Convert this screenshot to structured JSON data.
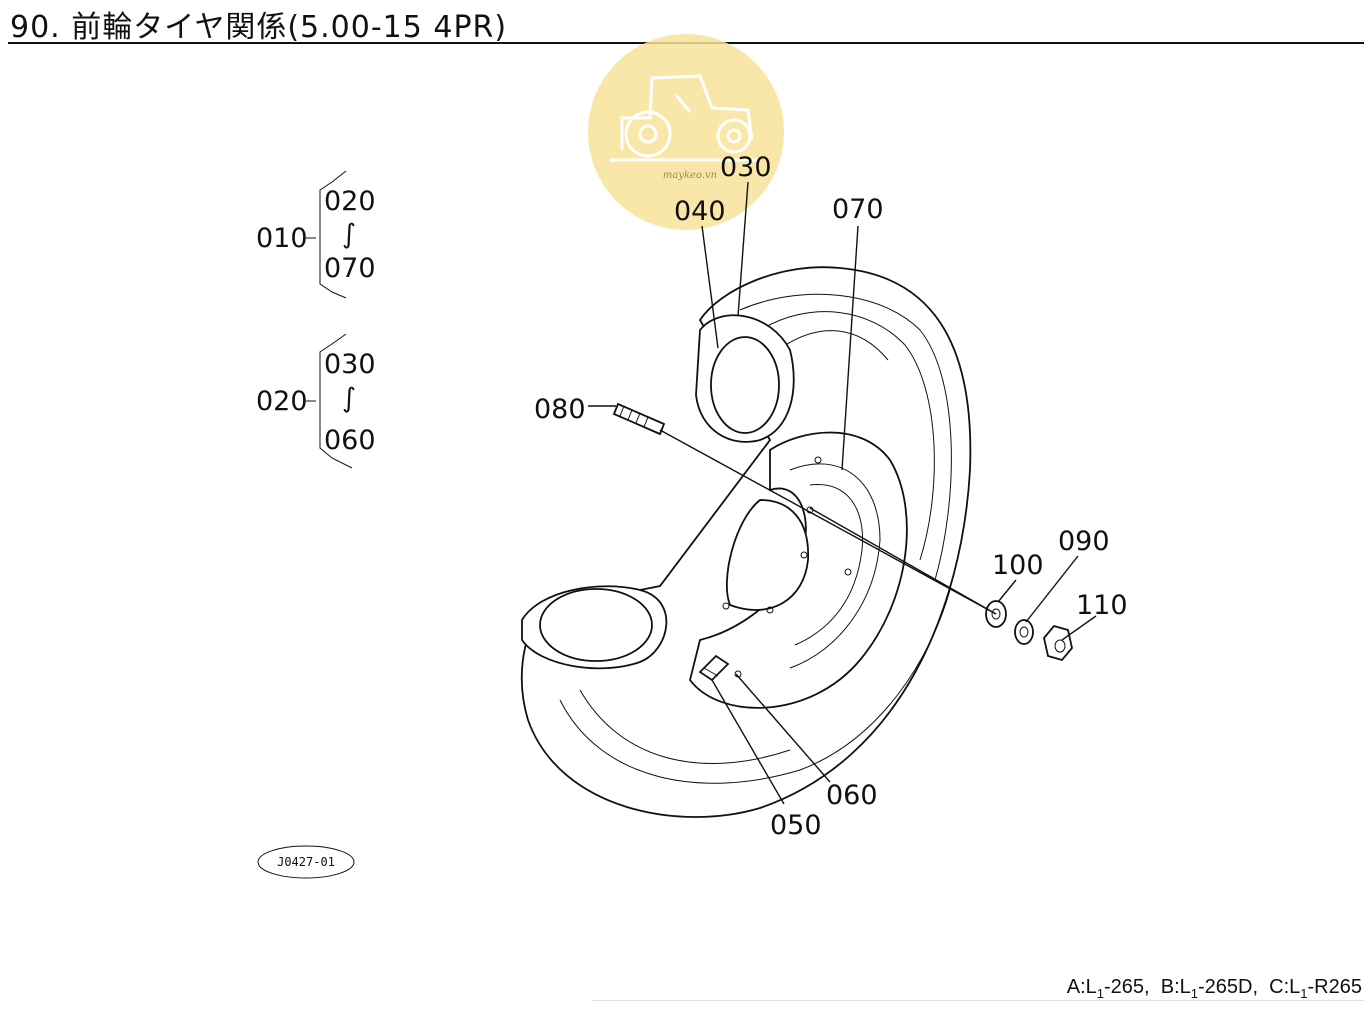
{
  "title": "90. 前輪タイヤ関係(5.00-15 4PR)",
  "watermark": {
    "text": "maykeo.vn",
    "color": "#f7df8a",
    "icon": "tractor-icon"
  },
  "groups": [
    {
      "parent": "010",
      "from": "020",
      "range_symbol": "∫",
      "to": "070"
    },
    {
      "parent": "020",
      "from": "030",
      "range_symbol": "∫",
      "to": "060"
    }
  ],
  "callouts": {
    "c030": "030",
    "c040": "040",
    "c070": "070",
    "c080": "080",
    "c100": "100",
    "c090": "090",
    "c110": "110",
    "c060": "060",
    "c050": "050"
  },
  "drawing_code": "J0427-01",
  "footer": {
    "a_prefix": "A:L",
    "a_sub": "1",
    "a_suffix": "-265,",
    "b_prefix": "B:L",
    "b_sub": "1",
    "b_suffix": "-265D,",
    "c_prefix": "C:L",
    "c_sub": "1",
    "c_suffix": "-R265"
  }
}
